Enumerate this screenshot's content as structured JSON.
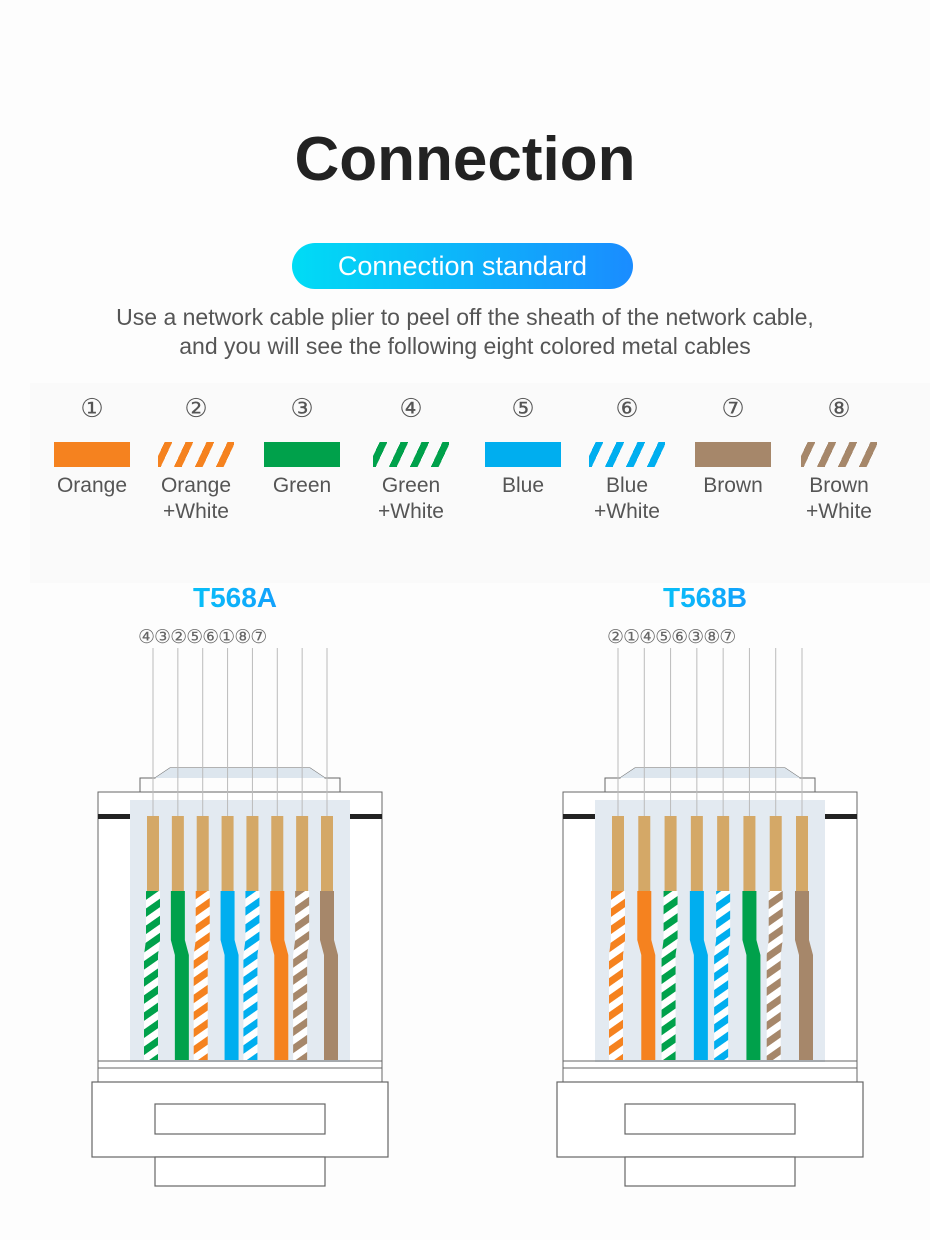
{
  "title": "Connection",
  "section_pill": "Connection standard",
  "description_line1": "Use a network cable plier to peel off the sheath of the network cable,",
  "description_line2": "and you will see the following eight colored metal cables",
  "colors": {
    "orange": "#f5821f",
    "green": "#00a14b",
    "blue": "#00aeef",
    "brown": "#a6876a",
    "gold": "#d4a867",
    "title_gradient_start": "#00dcf5",
    "title_gradient_end": "#1a8cff"
  },
  "wires": [
    {
      "num": "①",
      "id": 1,
      "label_line1": "Orange",
      "label_line2": "",
      "color": "orange",
      "striped": false
    },
    {
      "num": "②",
      "id": 2,
      "label_line1": "Orange",
      "label_line2": "+White",
      "color": "orange",
      "striped": true
    },
    {
      "num": "③",
      "id": 3,
      "label_line1": "Green",
      "label_line2": "",
      "color": "green",
      "striped": false
    },
    {
      "num": "④",
      "id": 4,
      "label_line1": "Green",
      "label_line2": "+White",
      "color": "green",
      "striped": true
    },
    {
      "num": "⑤",
      "id": 5,
      "label_line1": "Blue",
      "label_line2": "",
      "color": "blue",
      "striped": false
    },
    {
      "num": "⑥",
      "id": 6,
      "label_line1": "Blue",
      "label_line2": "+White",
      "color": "blue",
      "striped": true
    },
    {
      "num": "⑦",
      "id": 7,
      "label_line1": "Brown",
      "label_line2": "",
      "color": "brown",
      "striped": false
    },
    {
      "num": "⑧",
      "id": 8,
      "label_line1": "Brown",
      "label_line2": "+White",
      "color": "brown",
      "striped": true
    }
  ],
  "standards": [
    {
      "name": "T568A",
      "order_text": "④③②⑤⑥①⑧⑦",
      "order": [
        4,
        3,
        2,
        5,
        6,
        1,
        8,
        7
      ]
    },
    {
      "name": "T568B",
      "order_text": "②①④⑤⑥③⑧⑦",
      "order": [
        2,
        1,
        4,
        5,
        6,
        3,
        8,
        7
      ]
    }
  ]
}
